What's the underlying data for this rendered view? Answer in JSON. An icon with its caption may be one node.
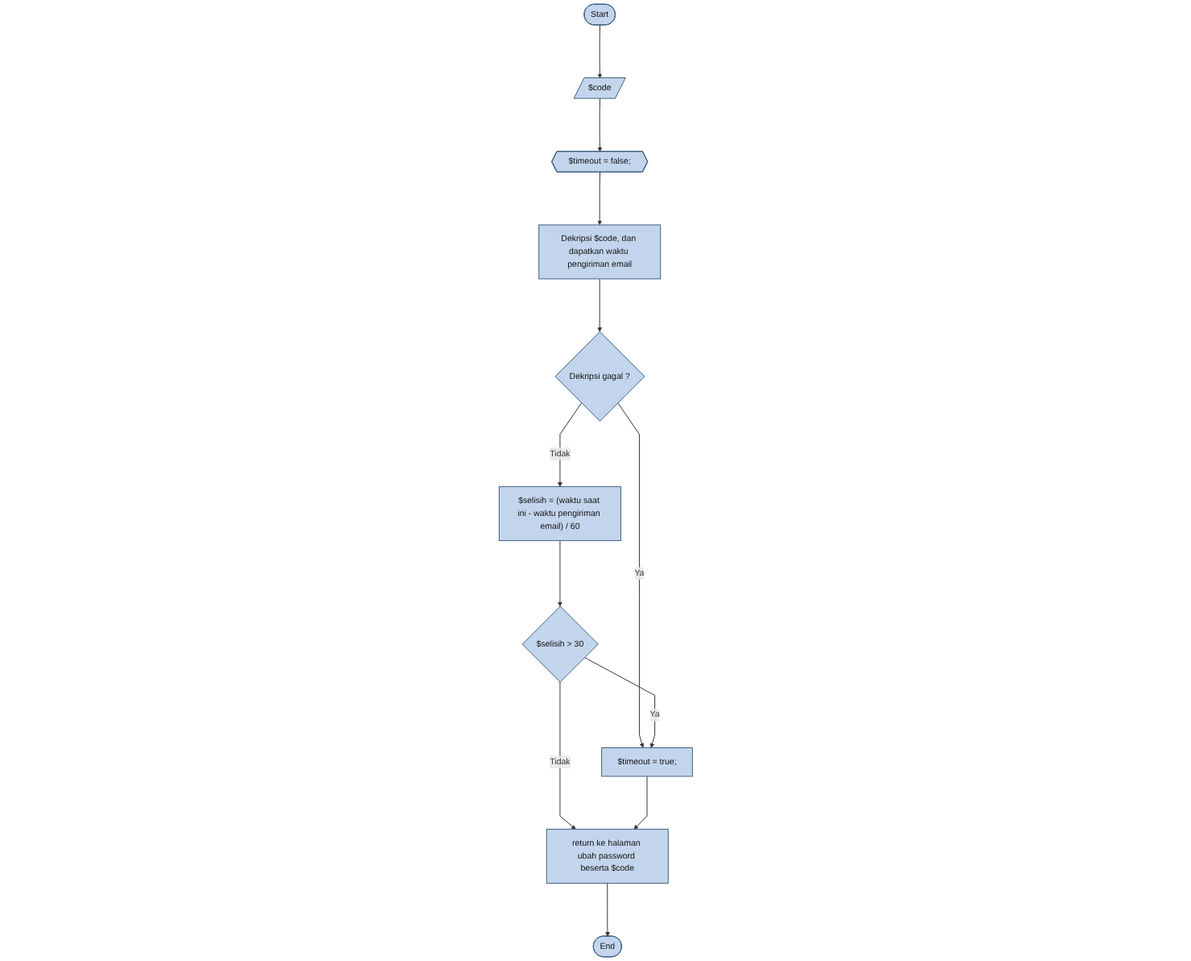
{
  "diagram": {
    "nodes": [
      {
        "text": [
          "Start"
        ]
      },
      {
        "text": [
          "$code"
        ]
      },
      {
        "text": [
          "$timeout = false;"
        ]
      },
      {
        "text": [
          "Dekripsi $code, dan dapatkan waktu pengiriman email"
        ]
      },
      {
        "text": [
          "Dekripsi gagal ?"
        ]
      },
      {
        "text": [
          "$selisih = (waktu saat ini - waktu pengiriman email) / 60"
        ]
      },
      {
        "text": [
          "$selisih > 30"
        ]
      },
      {
        "text": [
          "$timeout = true;"
        ]
      },
      {
        "text": [
          "End"
        ]
      },
      {
        "text": [
          "return ke halaman ubah password beserta $code"
        ]
      }
    ],
    "edges": [
      {
        "from": 0,
        "to": 1,
        "arrow": "to"
      },
      {
        "from": 1,
        "to": 2,
        "arrow": "to"
      },
      {
        "from": 2,
        "to": 3,
        "arrow": "to"
      },
      {
        "from": 3,
        "to": 4,
        "arrow": "to"
      },
      {
        "from": 4,
        "to": 5,
        "arrow": "to",
        "label": "Tidak"
      },
      {
        "from": 4,
        "to": 7,
        "arrow": "to",
        "label": "Ya"
      },
      {
        "from": 5,
        "to": 6,
        "arrow": "to"
      },
      {
        "from": 6,
        "to": 7,
        "arrow": "to",
        "label": "Ya"
      },
      {
        "from": 6,
        "to": 9,
        "arrow": "to",
        "label": "Tidak"
      },
      {
        "from": 7,
        "to": 9,
        "arrow": "to"
      },
      {
        "from": 9,
        "to": 8,
        "arrow": "to"
      }
    ]
  }
}
